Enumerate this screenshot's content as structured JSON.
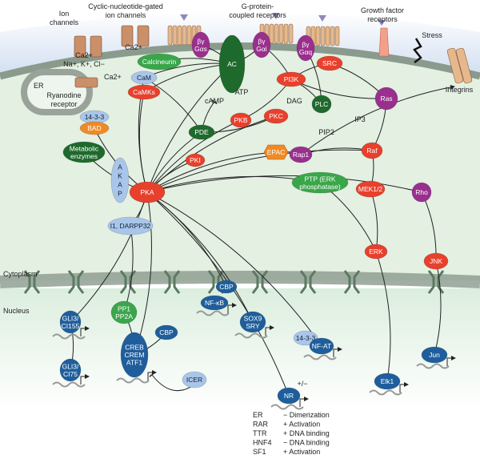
{
  "labels": {
    "ion_channels": [
      "Ion",
      "channels"
    ],
    "cng_channels": [
      "Cyclic-nucleotide-gated",
      "ion channels"
    ],
    "gpcr": [
      "G-protein-",
      "coupled receptors"
    ],
    "gf_receptors": [
      "Growth factor",
      "receptors"
    ],
    "stress": "Stress",
    "integrins": "Integrins",
    "ions": [
      "Ca2+",
      "Na+, K+, Cl−"
    ],
    "ca_cng": "Ca2+",
    "ca_er": "Ca2+",
    "er": "ER",
    "ryanodine": [
      "Ryanodine",
      "receptor"
    ],
    "camp": "cAMP",
    "atp": "ATP",
    "dag": "DAG",
    "pip2": "PIP2",
    "ip3": "IP3",
    "cytoplasm": "Cytoplasm",
    "nucleus": "Nucleus",
    "nr_sign": "+/−"
  },
  "nodes": [
    {
      "id": "ac",
      "label": [
        "AC"
      ],
      "kind": "darkgreen"
    },
    {
      "id": "calcineurin",
      "label": [
        "Calcineurin"
      ],
      "kind": "green"
    },
    {
      "id": "cam",
      "label": [
        "CaM"
      ],
      "kind": "lightblue"
    },
    {
      "id": "camks",
      "label": [
        "CaMKs"
      ],
      "kind": "red"
    },
    {
      "id": "gs",
      "label": [
        "βγ",
        "Gαs"
      ],
      "kind": "purple"
    },
    {
      "id": "gi",
      "label": [
        "βγ",
        "Gαi"
      ],
      "kind": "purple"
    },
    {
      "id": "gq",
      "label": [
        "βγ",
        "Gαq"
      ],
      "kind": "purple"
    },
    {
      "id": "b1433",
      "label": [
        "14-3-3"
      ],
      "kind": "lightblue"
    },
    {
      "id": "bad",
      "label": [
        "BAD"
      ],
      "kind": "orange"
    },
    {
      "id": "metabolic",
      "label": [
        "Metabolic",
        "enzymes"
      ],
      "kind": "darkgreen"
    },
    {
      "id": "akap",
      "label": [
        "A",
        "K",
        "A",
        "P"
      ],
      "kind": "lightblue"
    },
    {
      "id": "pka",
      "label": [
        "PKA"
      ],
      "kind": "red"
    },
    {
      "id": "pde",
      "label": [
        "PDE"
      ],
      "kind": "darkgreen"
    },
    {
      "id": "pkb",
      "label": [
        "PKB"
      ],
      "kind": "red"
    },
    {
      "id": "pkc",
      "label": [
        "PKC"
      ],
      "kind": "red"
    },
    {
      "id": "pi3k",
      "label": [
        "PI3K"
      ],
      "kind": "red"
    },
    {
      "id": "src",
      "label": [
        "SRC"
      ],
      "kind": "red"
    },
    {
      "id": "plc",
      "label": [
        "PLC"
      ],
      "kind": "darkgreen"
    },
    {
      "id": "ras",
      "label": [
        "Ras"
      ],
      "kind": "purple"
    },
    {
      "id": "raf",
      "label": [
        "Raf"
      ],
      "kind": "red"
    },
    {
      "id": "mek",
      "label": [
        "MEK1/2"
      ],
      "kind": "red"
    },
    {
      "id": "erk",
      "label": [
        "ERK"
      ],
      "kind": "red"
    },
    {
      "id": "epac",
      "label": [
        "EPAC"
      ],
      "kind": "orange"
    },
    {
      "id": "rap1",
      "label": [
        "Rap1"
      ],
      "kind": "purple"
    },
    {
      "id": "pki",
      "label": [
        "PKI"
      ],
      "kind": "red"
    },
    {
      "id": "rho",
      "label": [
        "Rho"
      ],
      "kind": "purple"
    },
    {
      "id": "jnk",
      "label": [
        "JNK"
      ],
      "kind": "red"
    },
    {
      "id": "ptp",
      "label": [
        "PTP (ERK",
        "phosphatase)"
      ],
      "kind": "green"
    },
    {
      "id": "darpp",
      "label": [
        "I1, DARPP32"
      ],
      "kind": "lightblue"
    },
    {
      "id": "pp",
      "label": [
        "PP1",
        "PP2A"
      ],
      "kind": "green"
    },
    {
      "id": "gli155",
      "label": [
        "GLI3/",
        "CI155"
      ],
      "kind": "blue"
    },
    {
      "id": "gli75",
      "label": [
        "GLI3/",
        "CI75"
      ],
      "kind": "blue"
    },
    {
      "id": "cbp1",
      "label": [
        "CBP"
      ],
      "kind": "blue"
    },
    {
      "id": "creb",
      "label": [
        "CREB",
        "CREM",
        "ATF1"
      ],
      "kind": "blue"
    },
    {
      "id": "icer",
      "label": [
        "ICER"
      ],
      "kind": "lightblue"
    },
    {
      "id": "cbp2",
      "label": [
        "CBP"
      ],
      "kind": "blue"
    },
    {
      "id": "nfkb",
      "label": [
        "NF-κB"
      ],
      "kind": "blue"
    },
    {
      "id": "sox9",
      "label": [
        "SOX9",
        "SRY"
      ],
      "kind": "blue"
    },
    {
      "id": "n1433",
      "label": [
        "14-3-3"
      ],
      "kind": "lightblue"
    },
    {
      "id": "nfat",
      "label": [
        "NF-AT"
      ],
      "kind": "blue"
    },
    {
      "id": "jun",
      "label": [
        "Jun"
      ],
      "kind": "blue"
    },
    {
      "id": "elk1",
      "label": [
        "Elk1"
      ],
      "kind": "blue"
    },
    {
      "id": "nr",
      "label": [
        "NR"
      ],
      "kind": "blue"
    }
  ],
  "nr_effects": [
    {
      "receptor": "ER",
      "effect": "− Dimerization"
    },
    {
      "receptor": "RAR",
      "effect": "+ Activation"
    },
    {
      "receptor": "TTR",
      "effect": "+ DNA binding"
    },
    {
      "receptor": "HNF4",
      "effect": "− DNA binding"
    },
    {
      "receptor": "SF1",
      "effect": "+ Activation"
    }
  ],
  "colors": {
    "red": "#e8402c",
    "darkgreen": "#1e6a2c",
    "green": "#3aa64a",
    "lightblue": "#a9c6ea",
    "purple": "#9a2f8e",
    "orange": "#f08a24",
    "blue": "#1f5e9c",
    "cytoplasm": "#e3f0e2",
    "membrane": "#8a9a8c",
    "channel": "#c9906a"
  }
}
